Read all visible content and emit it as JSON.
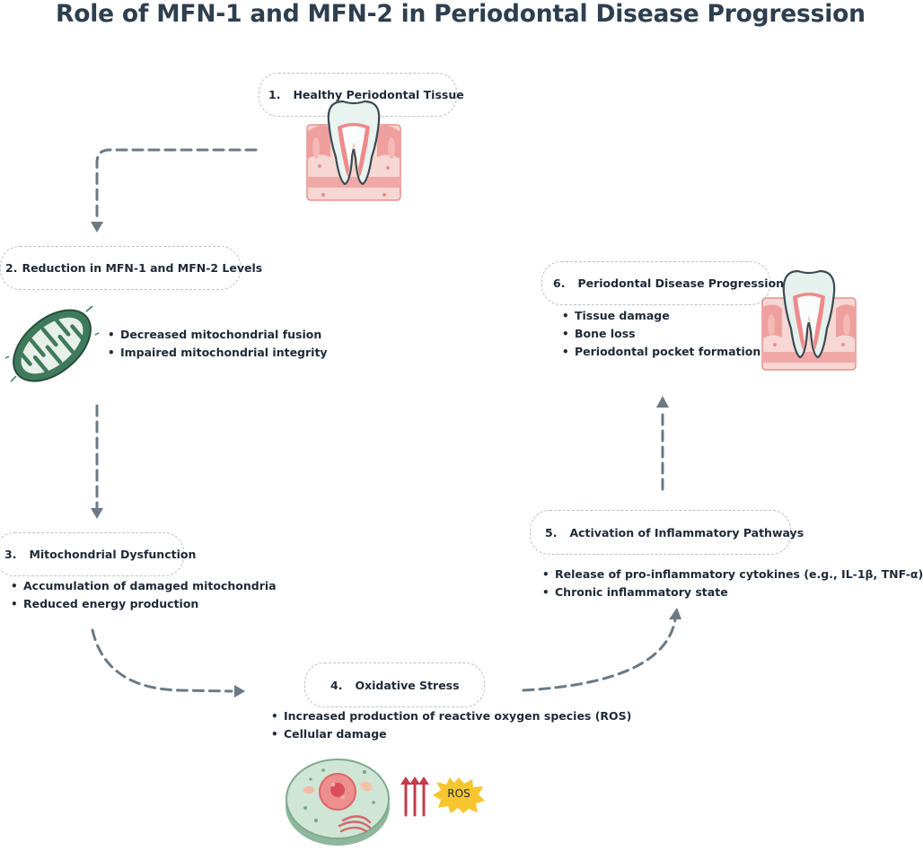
{
  "title": "Role of MFN-1 and MFN-2 in Periodontal Disease Progression",
  "steps": [
    {
      "number": "1.",
      "label": "Healthy Periodontal Tissue",
      "bullets": []
    },
    {
      "number": "2.",
      "label": "Reduction in MFN-1 and MFN-2 Levels",
      "bullets": [
        "Decreased mitochondrial fusion",
        "Impaired mitochondrial integrity"
      ]
    },
    {
      "number": "3.",
      "label": "Mitochondrial Dysfunction",
      "bullets": [
        "Accumulation of damaged mitochondria",
        "Reduced energy production"
      ]
    },
    {
      "number": "4.",
      "label": "Oxidative Stress",
      "bullets": [
        "Increased production of reactive oxygen species (ROS)",
        "Cellular damage"
      ]
    },
    {
      "number": "5.",
      "label": "Activation of Inflammatory Pathways",
      "bullets": [
        "Release of pro-inflammatory cytokines (e.g., IL-1β, TNF-α)",
        "Chronic inflammatory state"
      ]
    },
    {
      "number": "6.",
      "label": "Periodontal Disease Progression",
      "bullets": [
        "Tissue damage",
        "Bone loss",
        "Periodontal pocket formation"
      ]
    }
  ],
  "ros_badge": "ROS",
  "icons": [
    "healthy-tooth-icon",
    "mitochondrion-icon",
    "cell-icon",
    "upward-arrows-icon",
    "ros-burst-icon",
    "diseased-tooth-icon"
  ],
  "colors": {
    "title": "#2d3f4f",
    "arrow": "#6b7a86",
    "pill_border": "#b8c2c7",
    "gum": "#f0a8a6",
    "mito": "#3f7a5c",
    "ros": "#f6c530",
    "stress_arrows": "#c43b4b"
  }
}
